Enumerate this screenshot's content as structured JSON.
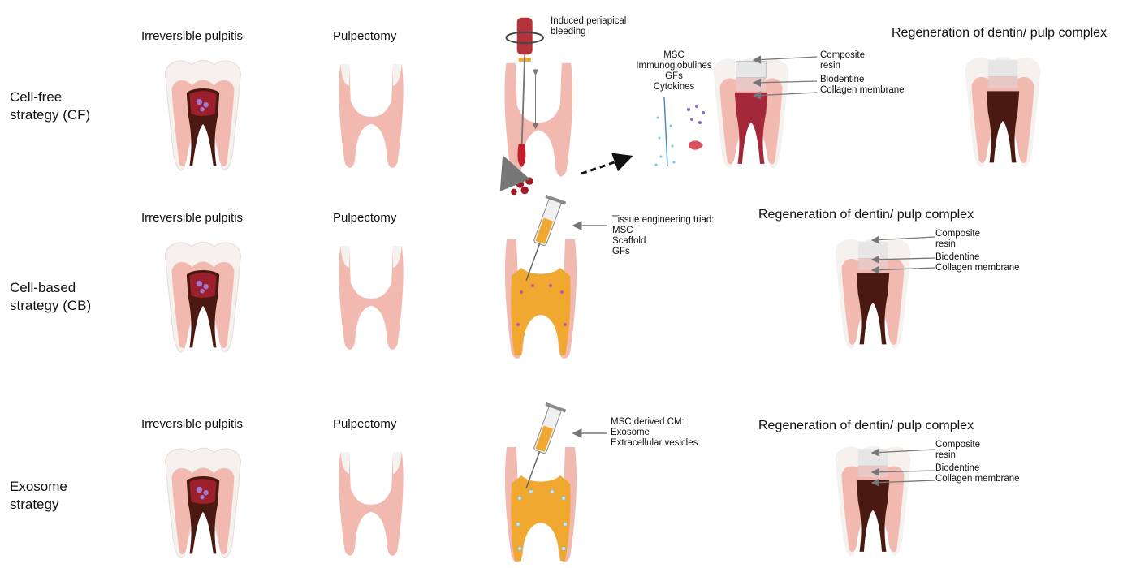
{
  "rows": [
    {
      "label_lines": [
        "Cell-free",
        "strategy (CF)"
      ],
      "col1": "Irreversible pulpitis",
      "col2": "Pulpectomy",
      "procedure_note_lines": [
        "Induced periapical",
        "bleeding"
      ],
      "factor_lines": [
        "MSC",
        "Immunoglobulines",
        "GFs",
        "Cytokines"
      ],
      "regen_title": "Regeneration of dentin/ pulp complex",
      "layers": [
        "Composite",
        "resin",
        "Biodentine",
        "Collagen membrane"
      ]
    },
    {
      "label_lines": [
        "Cell-based",
        "strategy (CB)"
      ],
      "col1": "Irreversible pulpitis",
      "col2": "Pulpectomy",
      "procedure_note_lines": [
        "Tissue engineering triad:",
        "MSC",
        "Scaffold",
        "GFs"
      ],
      "regen_title": "Regeneration of dentin/ pulp complex",
      "layers": [
        "Composite",
        "resin",
        "Biodentine",
        "Collagen membrane"
      ]
    },
    {
      "label_lines": [
        "Exosome",
        "strategy"
      ],
      "col1": "Irreversible pulpitis",
      "col2": "Pulpectomy",
      "procedure_note_lines": [
        "MSC derived CM:",
        "Exosome",
        "Extracellular vesicles"
      ],
      "regen_title": "Regeneration of dentin/ pulp complex",
      "layers": [
        "Composite",
        "resin",
        "Biodentine",
        "Collagen membrane"
      ]
    }
  ],
  "colors": {
    "enamel": "#f4f1ee",
    "dentin": "#f1b9b0",
    "pulp_inflamed": "#9b1f2c",
    "root_dark": "#4a1a12",
    "scaffold": "#f0a830",
    "composite": "#e6e6e6",
    "biodentine": "#e8c8c4",
    "arrow": "#777777"
  }
}
